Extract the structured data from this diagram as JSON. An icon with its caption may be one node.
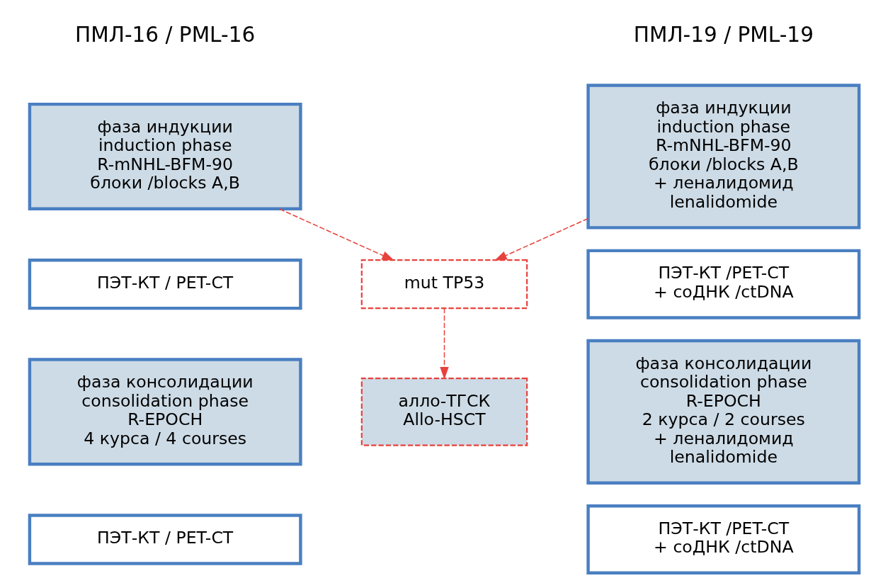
{
  "diagram": {
    "nodes": [
      {
        "text": [
          "фаза индукции",
          "induction phase",
          "R-mNHL-BFM-90",
          "блоки /blocks A,B"
        ]
      },
      {
        "text": [
          "ПЭТ-КТ / PET-CT"
        ]
      },
      {
        "text": [
          "фаза консолидации",
          "consolidation phase",
          "R-EPOCH",
          "4 курса / 4 courses"
        ]
      },
      {
        "text": [
          "ПЭТ-КТ / PET-CT"
        ]
      },
      {
        "text": [
          "mut TP53"
        ]
      },
      {
        "text": [
          "алло-ТГСК",
          "Allo-HSCT"
        ]
      },
      {
        "text": [
          "фаза индукции",
          "induction phase",
          "R-mNHL-BFM-90",
          "блоки /blocks A,B",
          "+ леналидомид",
          "lenalidomide"
        ]
      },
      {
        "text": [
          "ПЭТ-КТ /PET-CT",
          "+ соДНК /ctDNA"
        ]
      },
      {
        "text": [
          "фаза консолидации",
          "consolidation phase",
          "R-EPOCH",
          "2 курса / 2 courses",
          "+ леналидомид",
          "lenalidomide"
        ]
      },
      {
        "text": [
          "ПЭТ-КТ /PET-CT",
          "+ соДНК /ctDNA"
        ]
      }
    ],
    "edges": [
      {
        "from": 0,
        "to": 4,
        "arrow": "to",
        "style": "dashed",
        "color": "#e8423c"
      },
      {
        "from": 6,
        "to": 4,
        "arrow": "to",
        "style": "dashed",
        "color": "#e8423c"
      },
      {
        "from": 4,
        "to": 5,
        "arrow": "to",
        "style": "dashed",
        "color": "#e8423c"
      }
    ],
    "labels": [
      "ПМЛ-16 / PML-16",
      "ПМЛ-19 / PML-19"
    ]
  }
}
